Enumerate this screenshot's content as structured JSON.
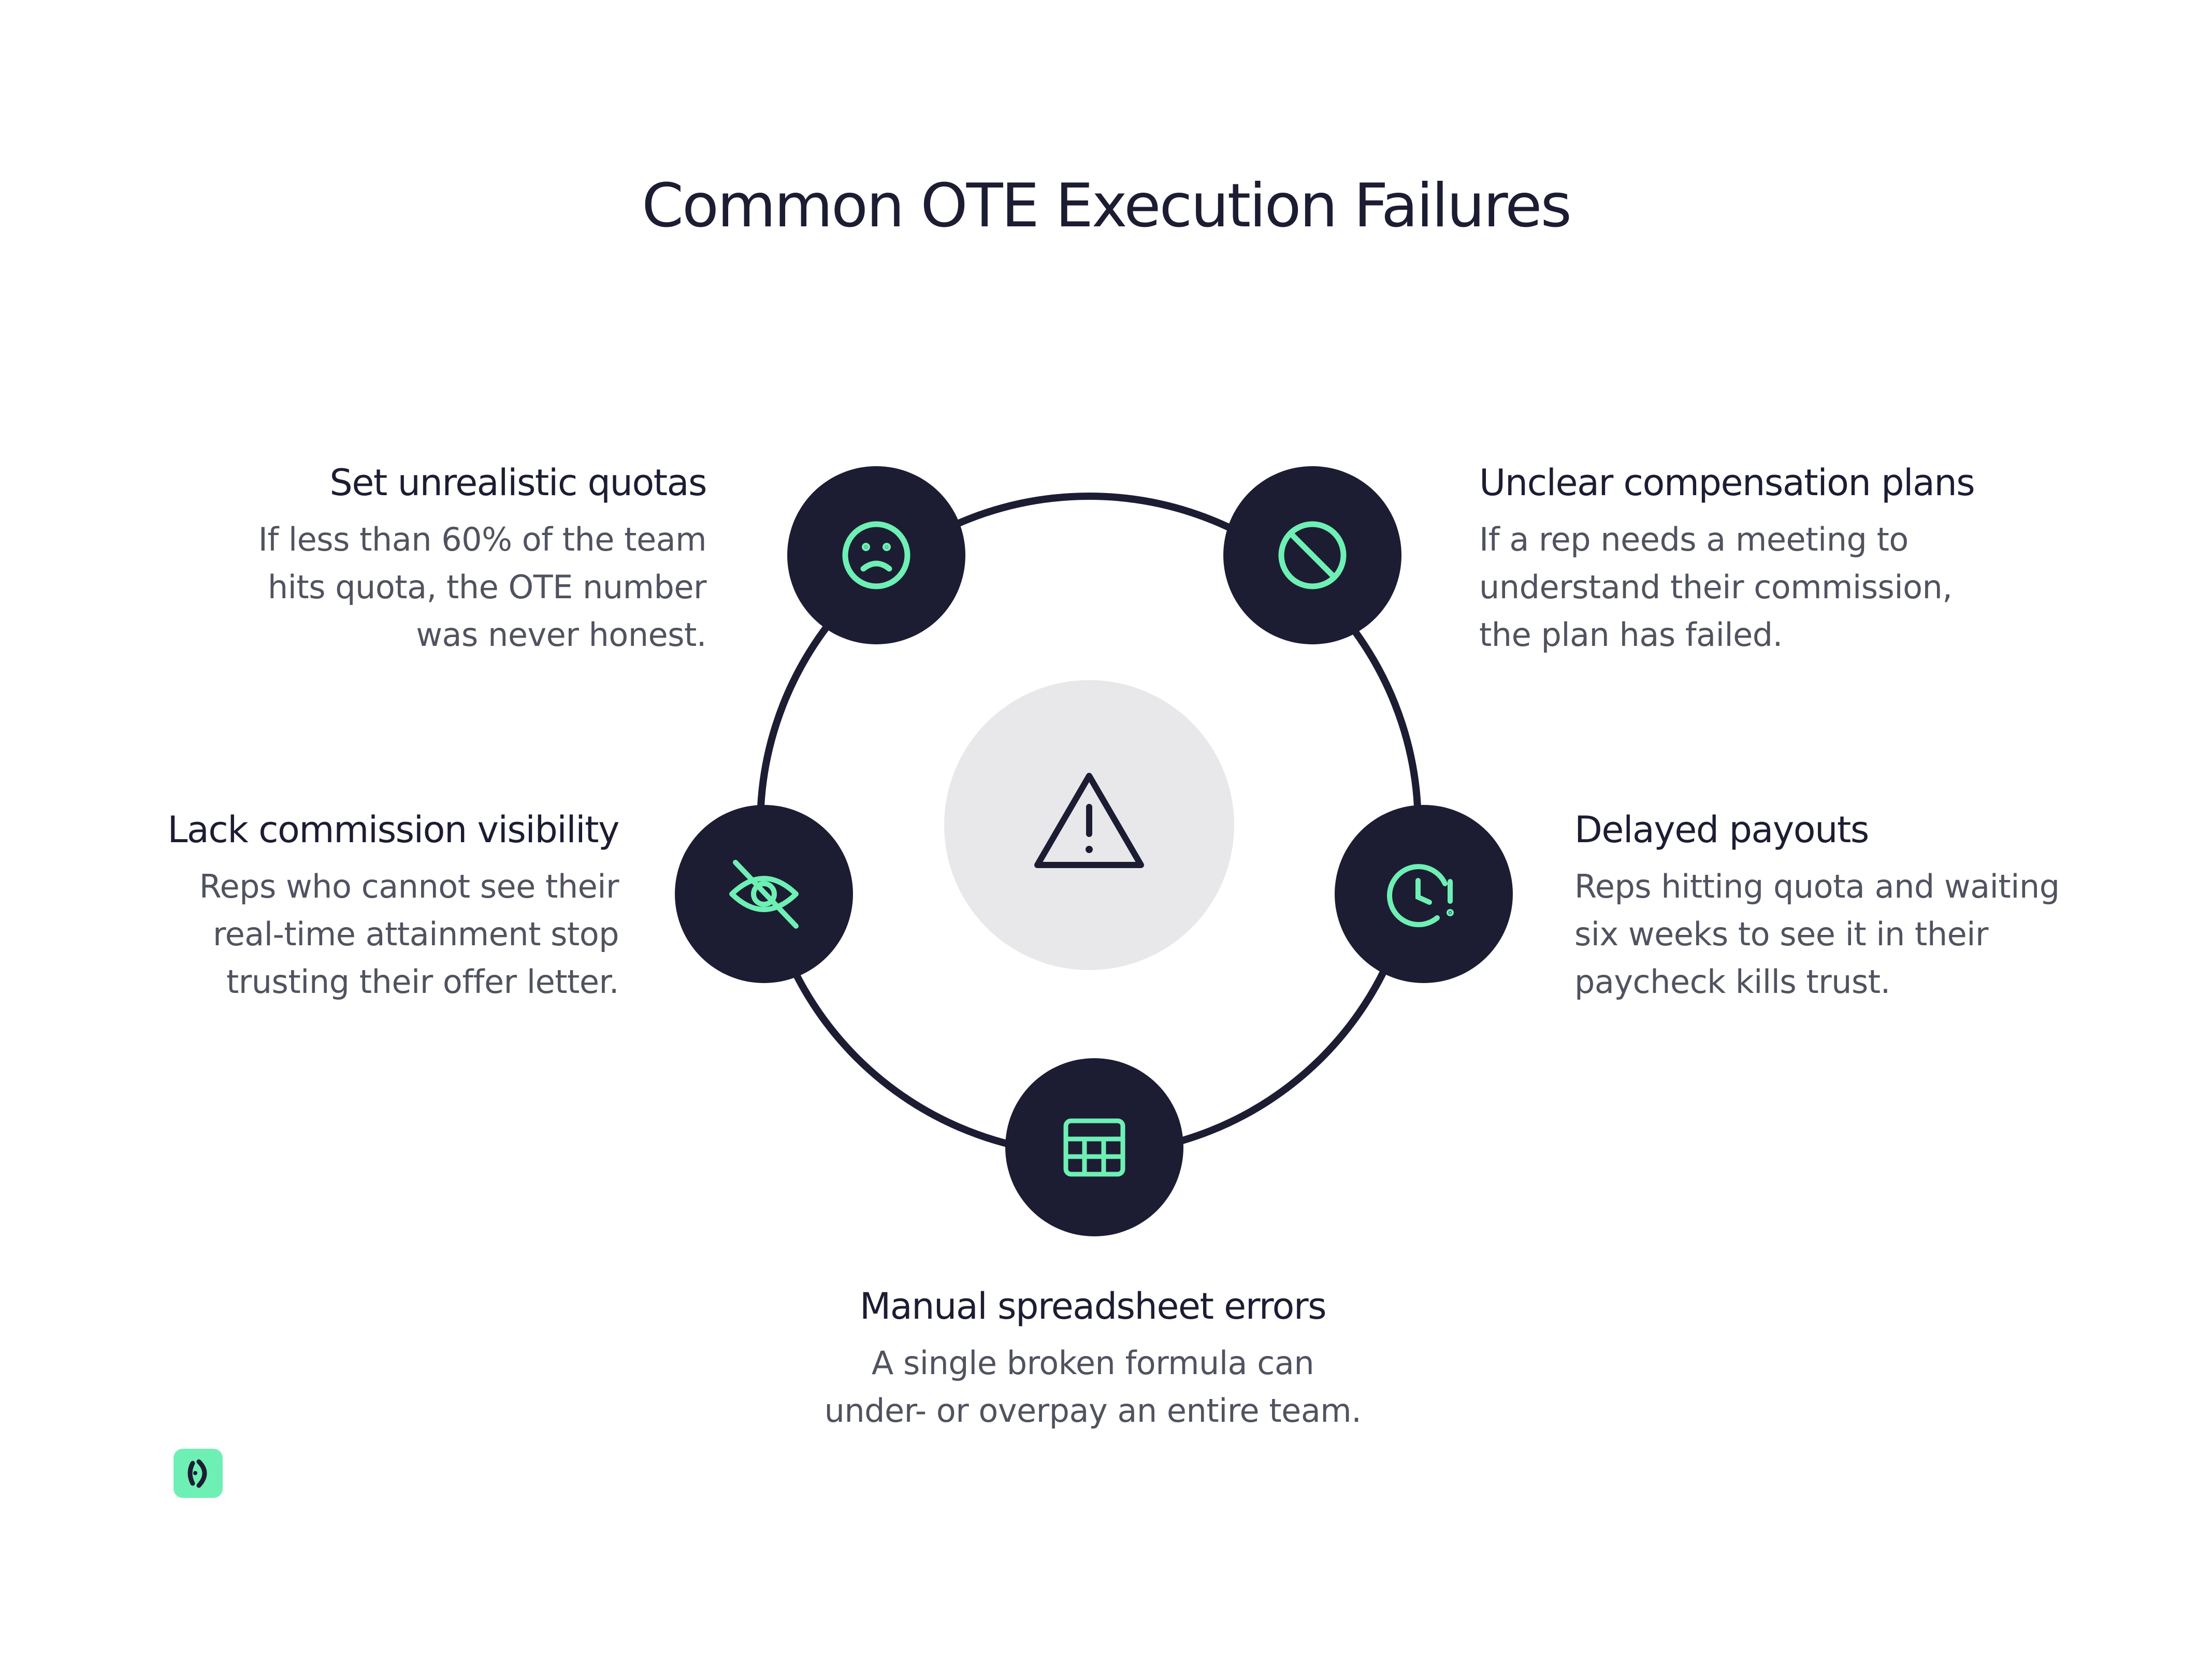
{
  "title": "Common OTE Execution Failures",
  "center": {
    "icon": "warning-triangle-icon"
  },
  "items": [
    {
      "id": "quotas",
      "icon": "sad-face-icon",
      "heading": "Set unrealistic quotas",
      "lines": [
        "If less than 60% of the team",
        "hits quota, the OTE number",
        "was never honest."
      ]
    },
    {
      "id": "unclear",
      "icon": "prohibited-icon",
      "heading": "Unclear compensation plans",
      "lines": [
        "If a rep needs a meeting to",
        "understand their commission,",
        "the plan has failed."
      ]
    },
    {
      "id": "visibility",
      "icon": "eye-off-icon",
      "heading": "Lack commission visibility",
      "lines": [
        "Reps who cannot see their",
        "real-time attainment stop",
        "trusting their offer letter."
      ]
    },
    {
      "id": "payouts",
      "icon": "clock-alert-icon",
      "heading": "Delayed payouts",
      "lines": [
        "Reps hitting quota and waiting",
        "six weeks to see it in their",
        "paycheck kills trust."
      ]
    },
    {
      "id": "errors",
      "icon": "spreadsheet-grid-icon",
      "heading": "Manual spreadsheet errors",
      "lines": [
        "A single broken formula can",
        "under- or overpay an entire team."
      ]
    }
  ],
  "colors": {
    "navy": "#1c1d33",
    "accent": "#6ef0b4",
    "center_fill": "#e8e8ea",
    "body_text": "#50535f"
  },
  "logo": {
    "icon": "brand-logo-icon"
  }
}
